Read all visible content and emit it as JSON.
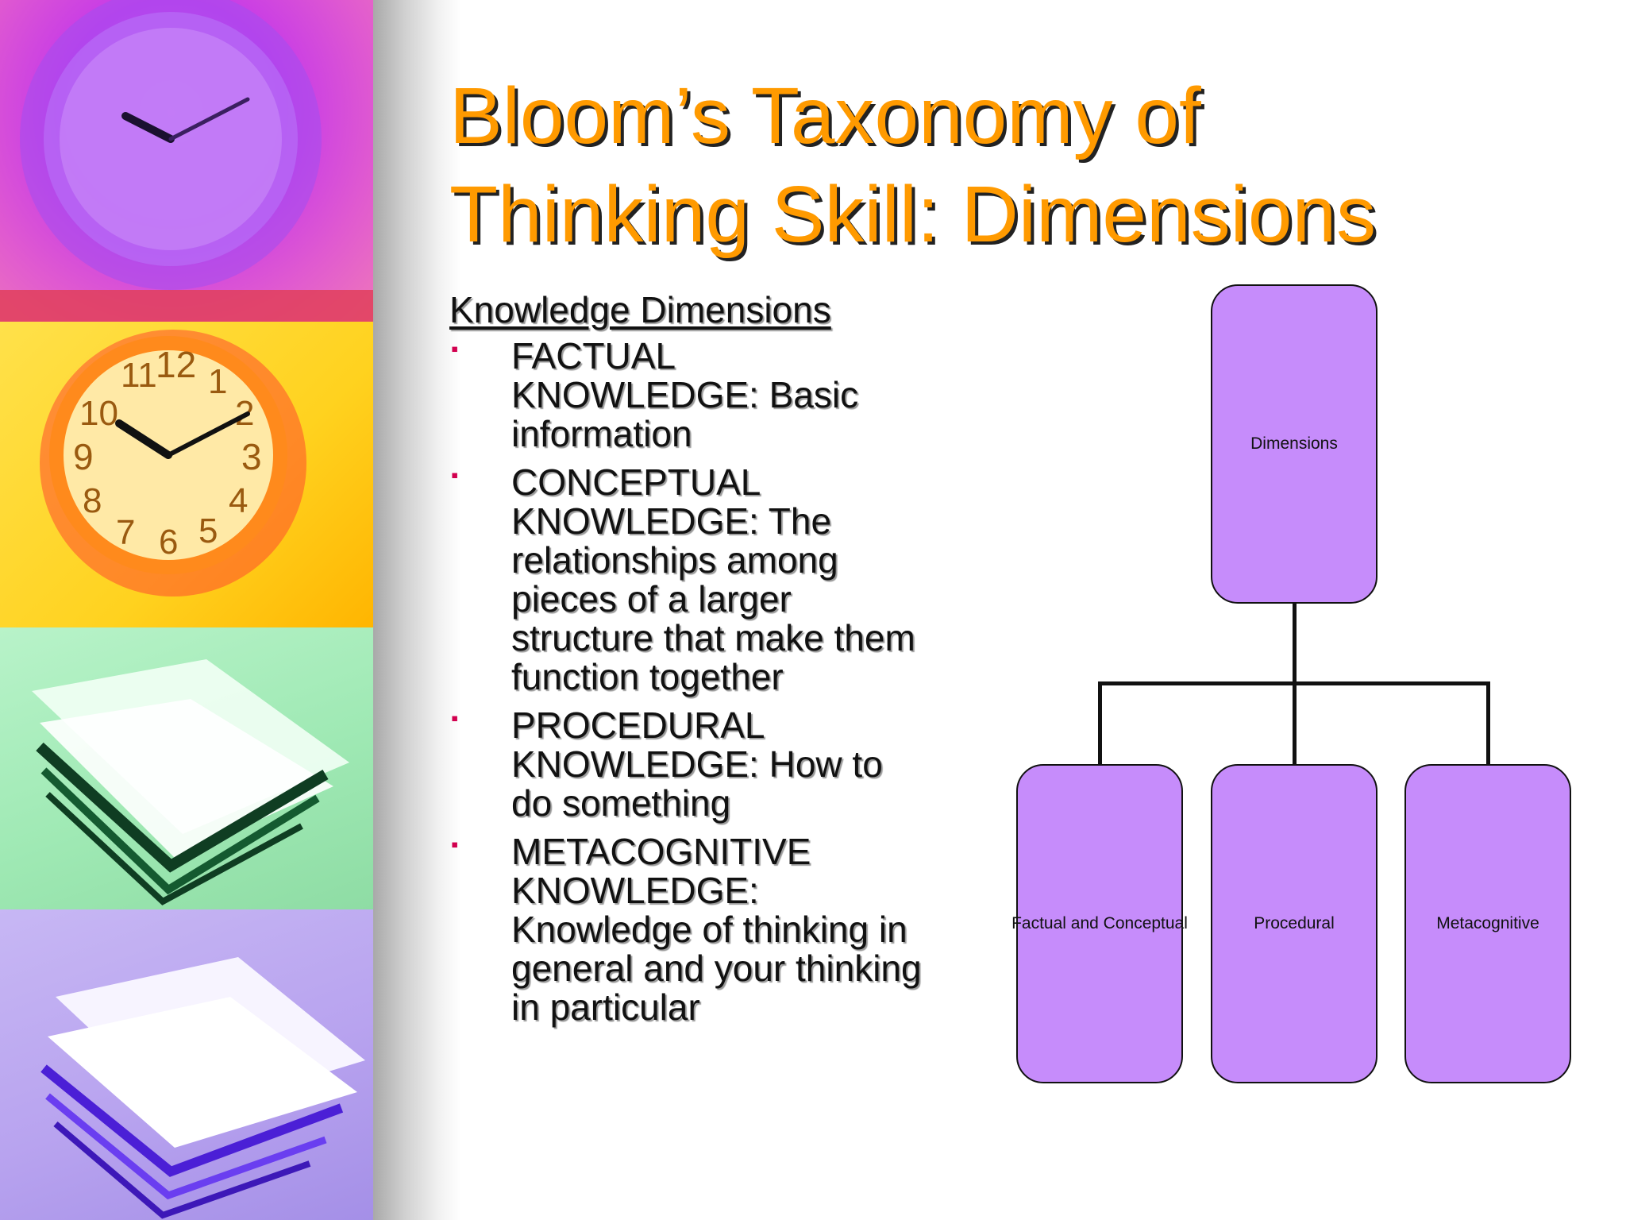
{
  "slide": {
    "title_lines": [
      "Bloom’s Taxonomy of",
      "Thinking Skill: Dimensions"
    ],
    "section_heading": "Knowledge Dimensions",
    "bullets": [
      {
        "marker": "▪",
        "lines": [
          "FACTUAL",
          "KNOWLEDGE: Basic",
          "information"
        ]
      },
      {
        "marker": "▪",
        "lines": [
          "CONCEPTUAL",
          "KNOWLEDGE: The",
          "relationships among",
          "pieces of a larger",
          "structure that make them",
          "function together"
        ]
      },
      {
        "marker": "▪",
        "lines": [
          "PROCEDURAL",
          "KNOWLEDGE: How to",
          "do something"
        ]
      },
      {
        "marker": "▪",
        "lines": [
          "METACOGNITIVE",
          "KNOWLEDGE:",
          "Knowledge of thinking in",
          "general and your thinking",
          "in particular"
        ]
      }
    ]
  },
  "org_chart": {
    "root": "Dimensions",
    "children": [
      "Factual and Conceptual",
      "Procedural",
      "Metacognitive"
    ]
  },
  "colors": {
    "title": "#ff9a00",
    "bullet_marker": "#d2004f",
    "chart_box": "#c68cfb"
  },
  "decor": {
    "photo_strip_panels": [
      "pink-clock",
      "yellow-clock",
      "green-books",
      "purple-books"
    ]
  }
}
